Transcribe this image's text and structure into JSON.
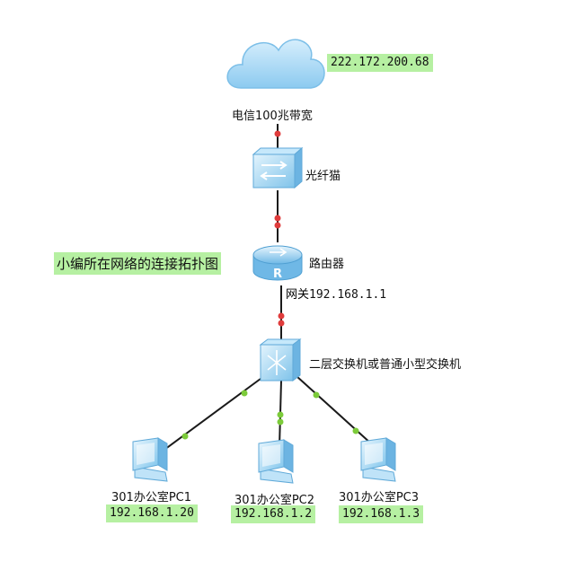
{
  "diagram": {
    "isp_ip": "222.172.200.68",
    "isp_label": "电信100兆带宽",
    "modem_label": "光纤猫",
    "note": "小编所在网络的连接拓扑图",
    "router_label": "路由器",
    "gateway_prefix": "网关",
    "gateway_ip": "192.168.1.1",
    "switch_label": "二层交换机或普通小型交换机",
    "pcs": [
      {
        "name": "301办公室PC1",
        "ip": "192.168.1.20"
      },
      {
        "name": "301办公室PC2",
        "ip": "192.168.1.2"
      },
      {
        "name": "301办公室PC3",
        "ip": "192.168.1.3"
      }
    ],
    "colors": {
      "ip_highlight": "#b6f0a2",
      "link_dot_upper": "#e03c3c",
      "link_dot_lower": "#7ccb3a",
      "device_blue": "#7fc7ee",
      "cloud_blue": "#a9d9f5"
    }
  }
}
